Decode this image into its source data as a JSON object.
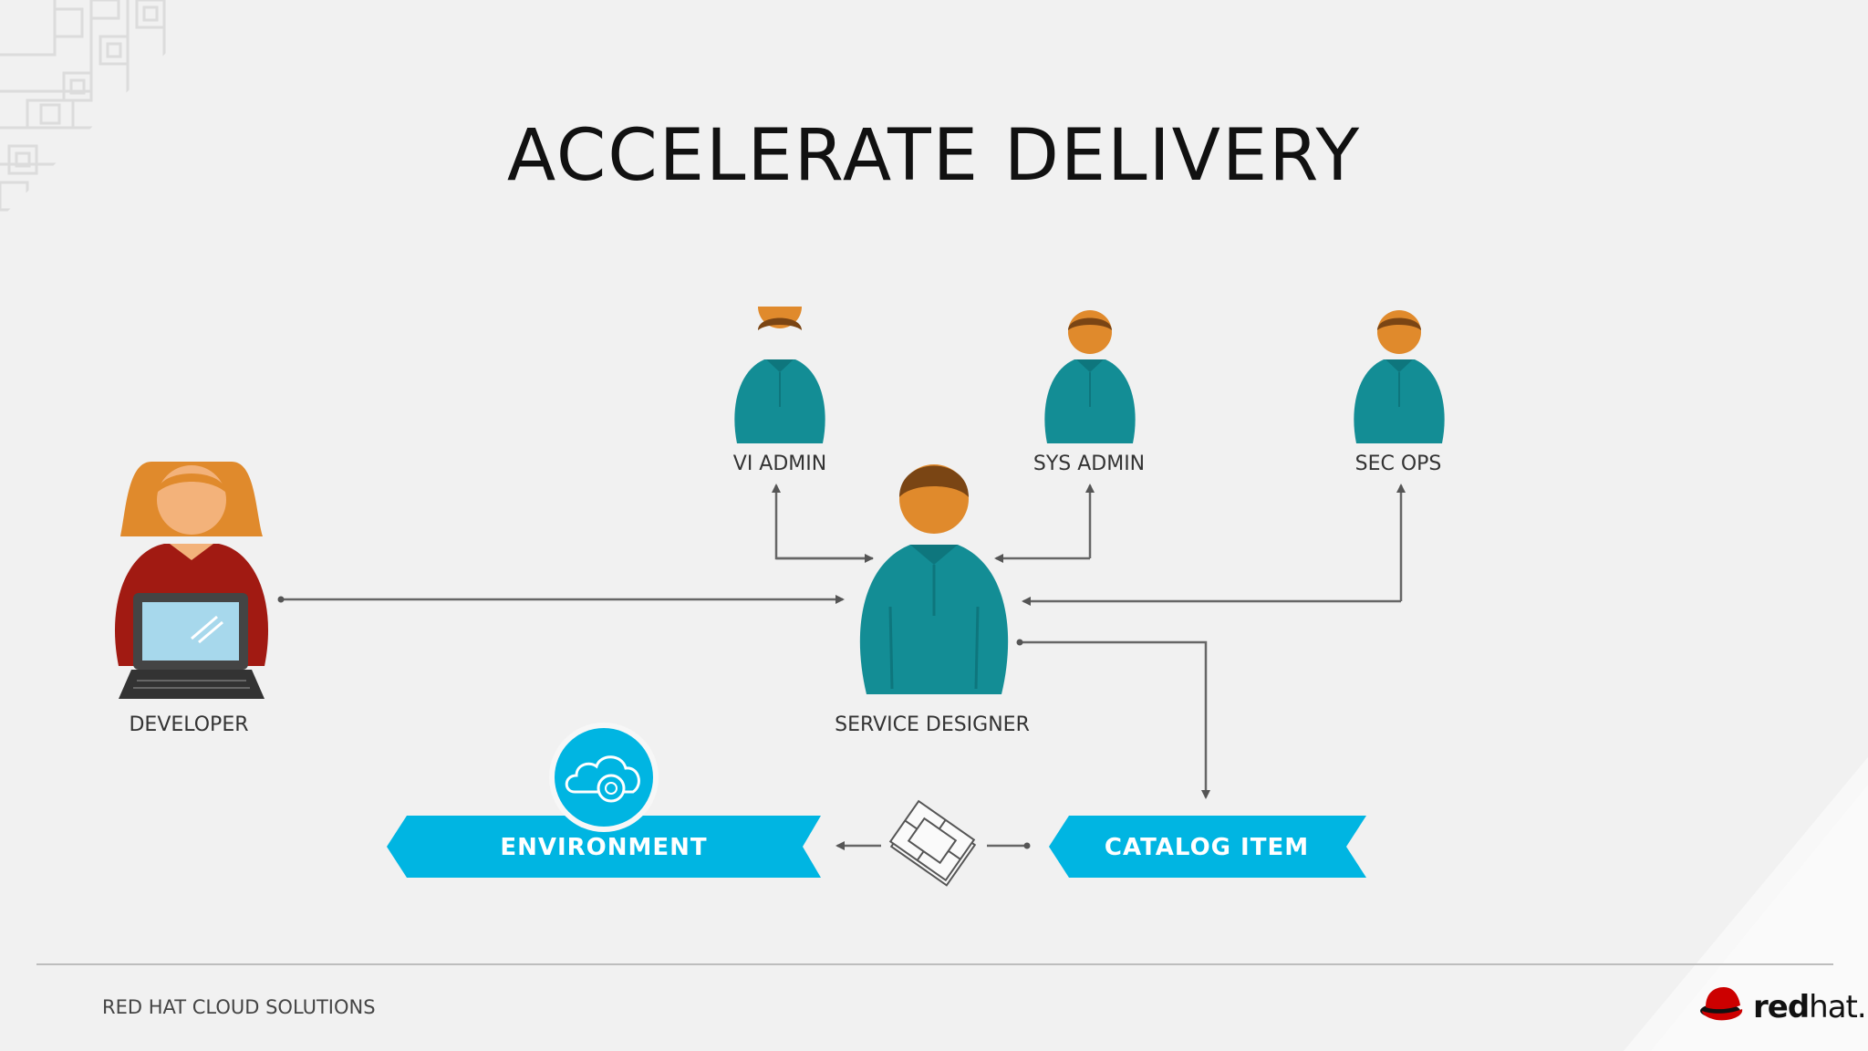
{
  "title": "ACCELERATE DELIVERY",
  "nodes": {
    "developer": "DEVELOPER",
    "service_designer": "SERVICE DESIGNER",
    "vi_admin": "VI ADMIN",
    "sys_admin": "SYS ADMIN",
    "sec_ops": "SEC OPS",
    "environment": "ENVIRONMENT",
    "catalog_item": "CATALOG ITEM"
  },
  "icons": {
    "environment": "cloud-gear-icon",
    "blueprint": "blueprint-icon"
  },
  "footer": {
    "left_text": "RED HAT CLOUD SOLUTIONS",
    "brand_bold": "red",
    "brand_light": "hat."
  },
  "colors": {
    "teal_shirt": "#138d95",
    "skin": "#e08a2c",
    "hair": "#7a4514",
    "developer_shirt": "#a11a12",
    "banner": "#00b5e2",
    "arrow": "#555555",
    "brand_red": "#cc0000"
  }
}
